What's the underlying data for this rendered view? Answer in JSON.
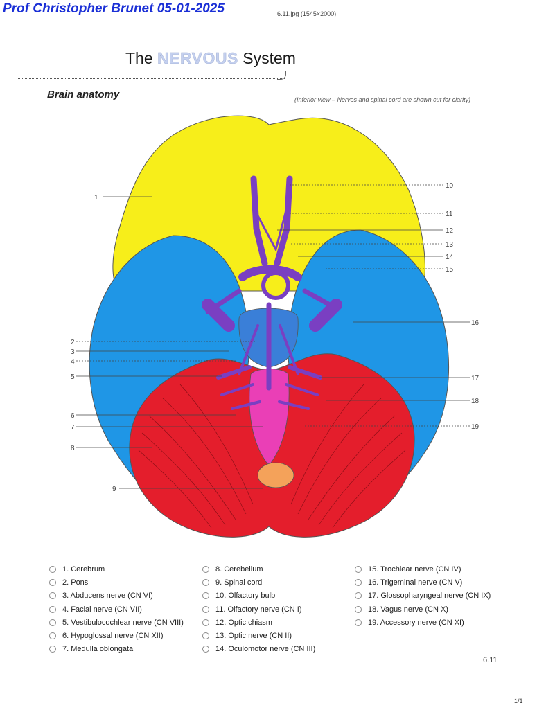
{
  "header": {
    "author": "Prof Christopher Brunet 05-01-2025",
    "file_info": "6.11.jpg (1545×2000)",
    "title_the": "The",
    "title_nervous": "NERVOUS",
    "title_system": "System",
    "subtitle": "Brain anatomy",
    "caption": "(Inferior view – Nerves and spinal cord are shown cut for clarity)"
  },
  "colors": {
    "cerebrum": "#f7ee1a",
    "temporal": "#1f96e6",
    "cerebellum": "#e41e2c",
    "nerves": "#7a3fc2",
    "medulla": "#ea3fb6",
    "spinal_cord": "#f4a25a"
  },
  "labels_left": [
    "1",
    "2",
    "3",
    "4",
    "5",
    "6",
    "7",
    "8",
    "9"
  ],
  "labels_right": [
    "10",
    "11",
    "12",
    "13",
    "14",
    "15",
    "16",
    "17",
    "18",
    "19"
  ],
  "legend": {
    "col1": [
      "1. Cerebrum",
      "2. Pons",
      "3. Abducens nerve (CN VI)",
      "4. Facial nerve (CN VII)",
      "5. Vestibulocochlear nerve (CN VIII)",
      "6. Hypoglossal nerve (CN XII)",
      "7. Medulla oblongata"
    ],
    "col2": [
      "8. Cerebellum",
      "9. Spinal cord",
      "10. Olfactory bulb",
      "11. Olfactory nerve (CN I)",
      "12. Optic chiasm",
      "13. Optic nerve (CN II)",
      "14. Oculomotor nerve (CN III)"
    ],
    "col3": [
      "15. Trochlear nerve (CN IV)",
      "16. Trigeminal nerve (CN V)",
      "17. Glossopharyngeal nerve (CN IX)",
      "18. Vagus nerve (CN X)",
      "19. Accessory nerve (CN XI)"
    ]
  },
  "page_code": "6.11",
  "page_number": "1/1"
}
